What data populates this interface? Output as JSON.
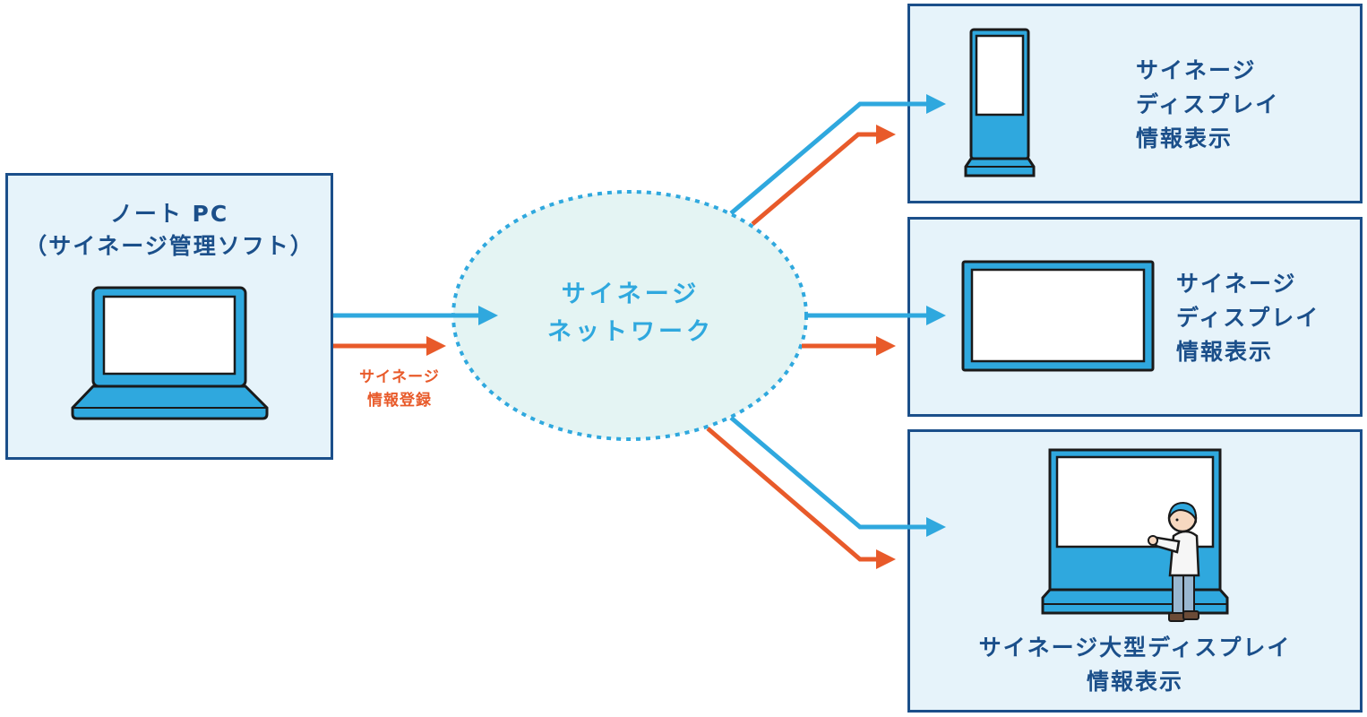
{
  "laptop": {
    "title": "ノート PC",
    "subtitle": "（サイネージ管理ソフト）"
  },
  "register": {
    "line1": "サイネージ",
    "line2": "情報登録"
  },
  "network": {
    "line1": "サイネージ",
    "line2": "ネットワーク"
  },
  "display_kiosk": {
    "line1": "サイネージ",
    "line2": "ディスプレイ",
    "line3": "情報表示"
  },
  "display_wide": {
    "line1": "サイネージ",
    "line2": "ディスプレイ",
    "line3": "情報表示"
  },
  "display_large": {
    "line1": "サイネージ大型ディスプレイ",
    "line2": "情報表示"
  },
  "colors": {
    "box_fill": "#e6f3fa",
    "box_border": "#1b4f8a",
    "blue_arrow": "#2fa8de",
    "orange_arrow": "#e85a2a",
    "network_fill": "#e4f4f3"
  }
}
